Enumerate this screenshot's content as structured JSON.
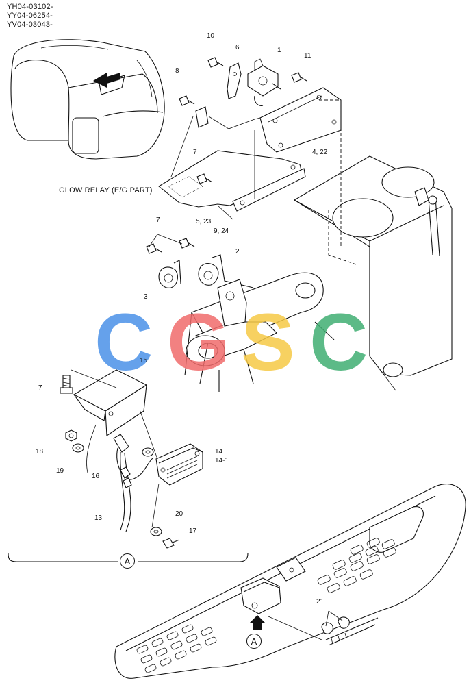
{
  "serial_numbers": [
    "YH04-03102-",
    "YY04-06254-",
    "YV04-03043-"
  ],
  "caption_glow_relay": "GLOW RELAY (E/G PART)",
  "callouts": {
    "c1": "1",
    "c2": "2",
    "c3": "3",
    "c4_22": "4, 22",
    "c5_23": "5, 23",
    "c6": "6",
    "c7a": "7",
    "c7b": "7",
    "c7c": "7",
    "c8": "8",
    "c9_24": "9, 24",
    "c10": "10",
    "c11": "11",
    "c13": "13",
    "c14": "14",
    "c14_1": "14-1",
    "c15": "15",
    "c16": "16",
    "c17": "17",
    "c18": "18",
    "c19": "19",
    "c20": "20",
    "c21": "21"
  },
  "view_marker": "A",
  "watermark": "CGSC",
  "watermark_colors": [
    "#4a90e8",
    "#f06b6b",
    "#f6c945",
    "#3fae72"
  ]
}
